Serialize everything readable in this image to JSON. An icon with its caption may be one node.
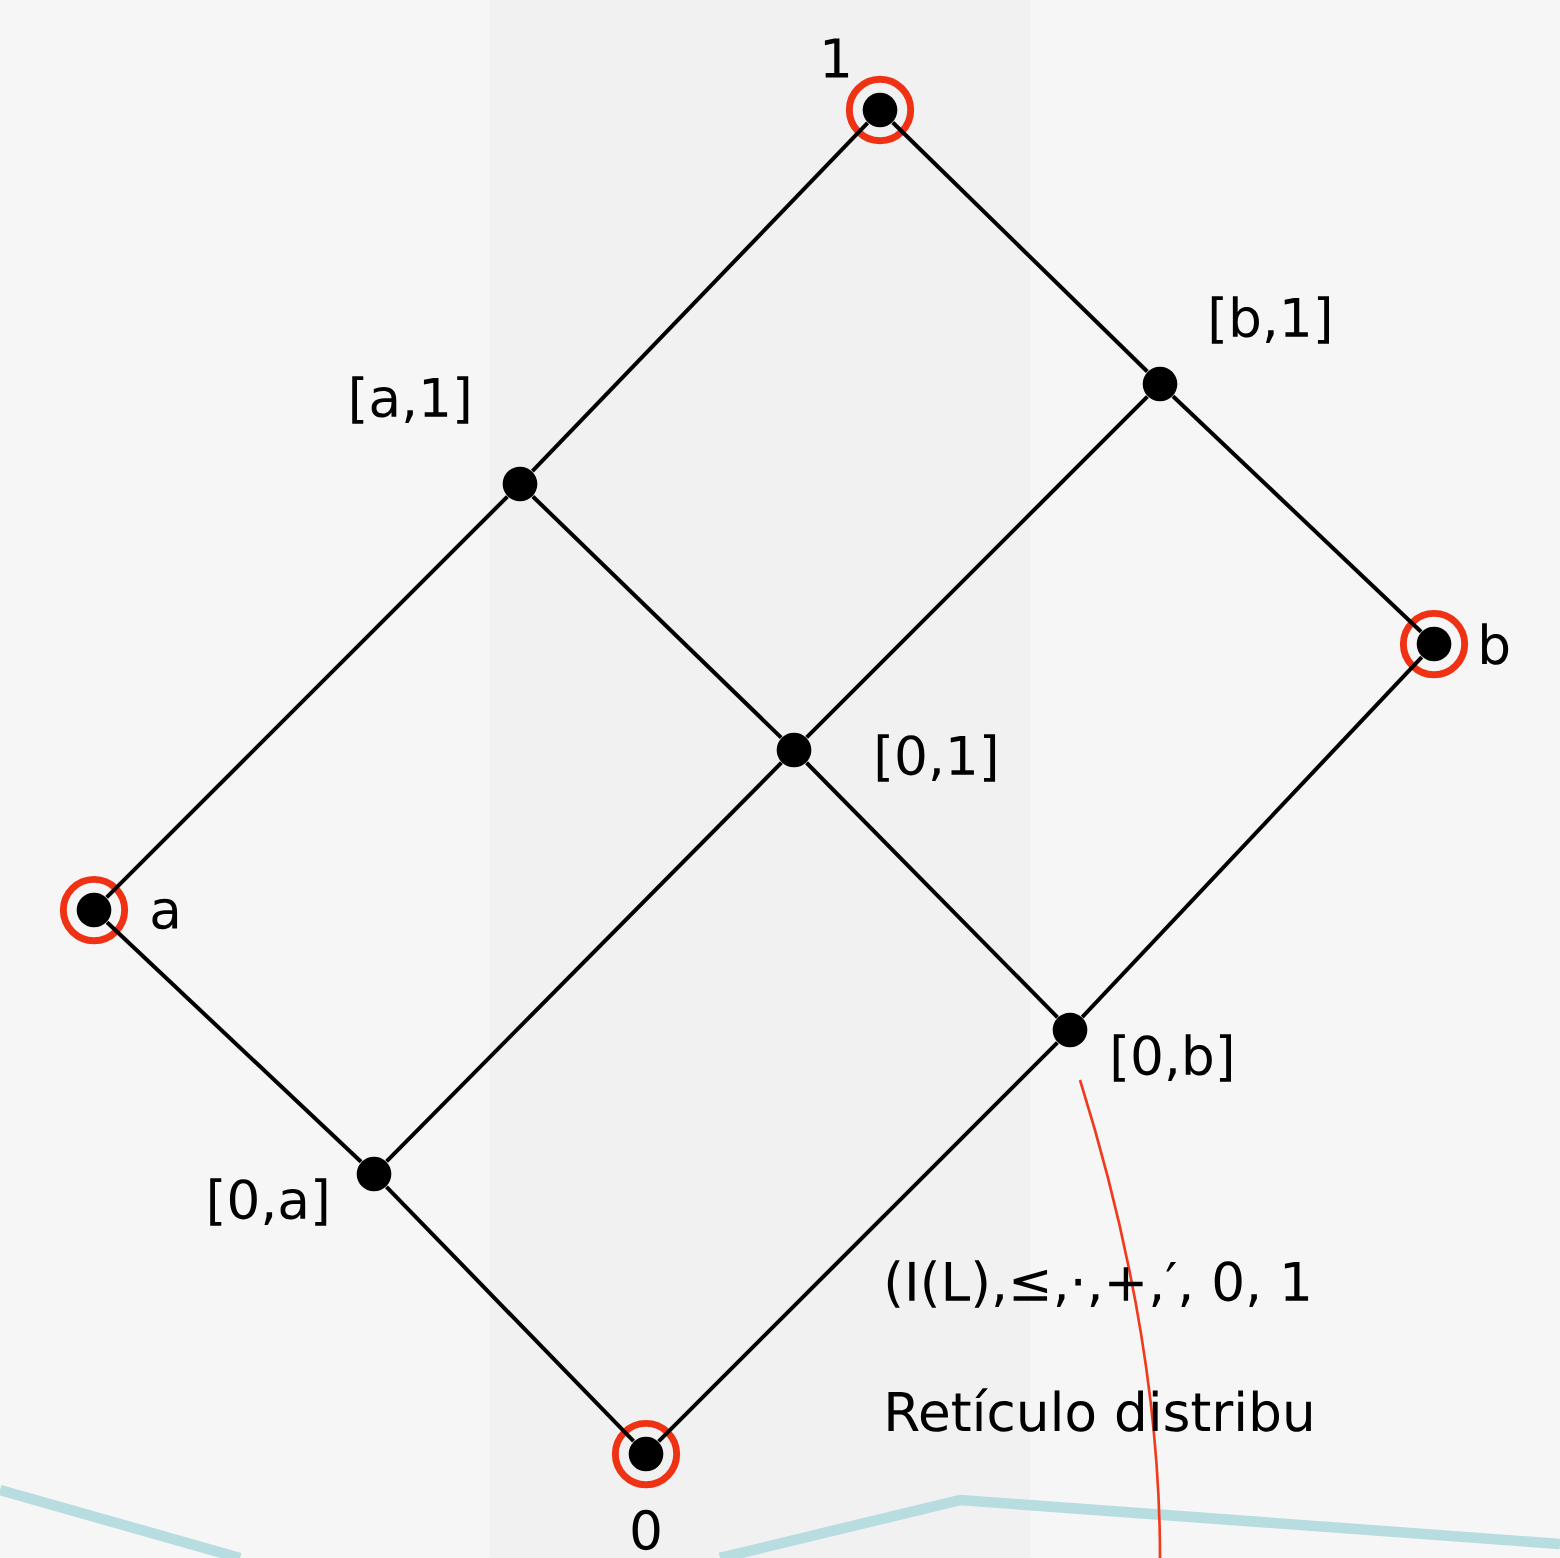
{
  "diagram": {
    "nodes": [
      {
        "text": [],
        "shape": "circle",
        "beside": [
          "1"
        ]
      },
      {
        "text": [],
        "shape": "circle",
        "beside": [
          "[b,1]"
        ]
      },
      {
        "text": [],
        "shape": "circle",
        "beside": [
          "[a,1]"
        ]
      },
      {
        "text": [],
        "shape": "circle",
        "beside": [
          "b"
        ]
      },
      {
        "text": [],
        "shape": "circle",
        "beside": [
          "[0,1]"
        ]
      },
      {
        "text": [],
        "shape": "circle",
        "beside": [
          "a"
        ]
      },
      {
        "text": [],
        "shape": "circle",
        "beside": [
          "[0,b]"
        ]
      },
      {
        "text": [],
        "shape": "circle",
        "beside": [
          "[0,a]"
        ]
      },
      {
        "text": [],
        "shape": "circle",
        "beside": [
          "0"
        ]
      }
    ],
    "edges": [
      {
        "from": 0,
        "to": 2,
        "arrow": "none"
      },
      {
        "from": 0,
        "to": 1,
        "arrow": "none"
      },
      {
        "from": 2,
        "to": 5,
        "arrow": "none"
      },
      {
        "from": 2,
        "to": 4,
        "arrow": "none"
      },
      {
        "from": 1,
        "to": 4,
        "arrow": "none"
      },
      {
        "from": 1,
        "to": 3,
        "arrow": "none"
      },
      {
        "from": 5,
        "to": 7,
        "arrow": "none"
      },
      {
        "from": 4,
        "to": 7,
        "arrow": "none"
      },
      {
        "from": 4,
        "to": 6,
        "arrow": "none"
      },
      {
        "from": 3,
        "to": 6,
        "arrow": "none"
      },
      {
        "from": 7,
        "to": 8,
        "arrow": "none"
      },
      {
        "from": 6,
        "to": 8,
        "arrow": "none"
      }
    ],
    "labels": [
      "(I(L),≤,·,+,′, 0, 1",
      "Retículo distribu"
    ]
  }
}
